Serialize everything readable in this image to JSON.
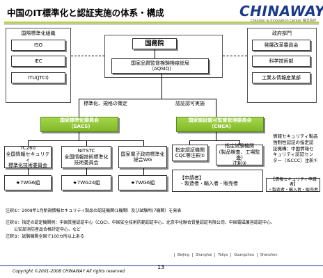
{
  "title": "中国のIT標準化と認証実施の体系・構成",
  "logo": {
    "name": "CHINAWAY",
    "tagline": "Creation & Innovation Center 株式会社"
  },
  "left_group": {
    "title": "国際標準化組織",
    "items": [
      "ISO",
      "IEC",
      "ITU(JTCI)"
    ]
  },
  "right_group": {
    "title": "政府部門",
    "items": [
      "発展改革委員会",
      "科学技術部",
      "工業＆情報産業部"
    ]
  },
  "top": {
    "state_council": "国務院",
    "aqsiq": "国家品質監督検験検疫総局\n（AQSIQ)"
  },
  "edges": {
    "left": "標準化、規格の策定",
    "right": "認証認可実施"
  },
  "sacs": "国家標準化委員会\n（SACS)",
  "cnca": "国家認証認可監督管理委員会\n（CNCA)",
  "committees": [
    {
      "name": "TC260\n全国情報セキュリティ\n標準化技術委員会",
      "wg": "★7WG6組"
    },
    {
      "name": "NITSTC\n全国情報技術標準化\n技術委員会",
      "wg": "★7WG24組"
    },
    {
      "name": "国家電子政府標準化\n総合WG",
      "wg": "★7WG6組"
    }
  ],
  "cnca_children": [
    {
      "name": "指定認証機関\nCQC等注釈②"
    },
    {
      "name": "指定試験機関\n(製品検査、工場監査)\n注釈③"
    }
  ],
  "applicant": {
    "title": "【申請者】",
    "text": "・製造者・輸入者・販売者"
  },
  "isccc": {
    "text": "情報セキュリティ製品\n強制性認証の指定認\n証機構：中国情報セ\nキュリティ認証セン\nター（ISCCC）注釈①",
    "applicant_title": "【情報セキュリティ申請者】",
    "applicant_text": "・製造者・輸入者・販売者"
  },
  "notes": [
    "注釈①：2008年1月新規情報セキュリティ製品の認証機関(1機関）及び試験所(7機関）を発表",
    "注釈②：指定の認定機関例：中国質量認証中心（CQC)、中国安全技術防範認証中心、北京中化聯合質量認証有限公司、中国電磁兼容認証中心、",
    "　　公安部消防産品合格評定中心、など",
    "注釈③：試験機関全国で100カ所以上ある"
  ],
  "footer": {
    "copyright": "Copyright ©2001-2008 CHINAWAY All rights reserved",
    "page": "13",
    "cities": [
      "Beijing",
      "Shanghai",
      "Tokyo",
      "Guangzhou",
      "Shenzhen"
    ]
  },
  "colors": {
    "accent_green": "#7fb829",
    "brand_blue": "#1a3a8a",
    "rule_yellow": "#c4d600"
  }
}
